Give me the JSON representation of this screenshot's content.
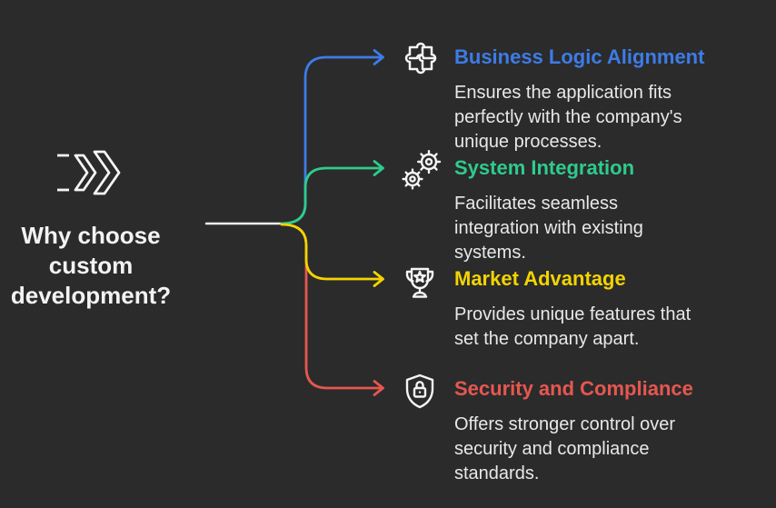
{
  "canvas": {
    "background": "#2b2b2c",
    "trunk_color": "#eeeeee"
  },
  "root": {
    "title": "Why choose custom development?",
    "icon": "fast-forward-chevrons-icon",
    "text_color": "#f3f3f3"
  },
  "branches": [
    {
      "id": "business-logic-alignment",
      "title": "Business Logic Alignment",
      "description": "Ensures the application fits perfectly with the company's unique processes.",
      "color": "#3d7ce6",
      "icon": "puzzle-icon"
    },
    {
      "id": "system-integration",
      "title": "System Integration",
      "description": "Facilitates seamless integration with existing systems.",
      "color": "#2ecc8c",
      "icon": "gears-icon"
    },
    {
      "id": "market-advantage",
      "title": "Market Advantage",
      "description": "Provides unique features that set the company apart.",
      "color": "#f3d402",
      "icon": "trophy-icon"
    },
    {
      "id": "security-and-compliance",
      "title": "Security and Compliance",
      "description": "Offers stronger control over security and compliance standards.",
      "color": "#e6574f",
      "icon": "shield-lock-icon"
    }
  ]
}
